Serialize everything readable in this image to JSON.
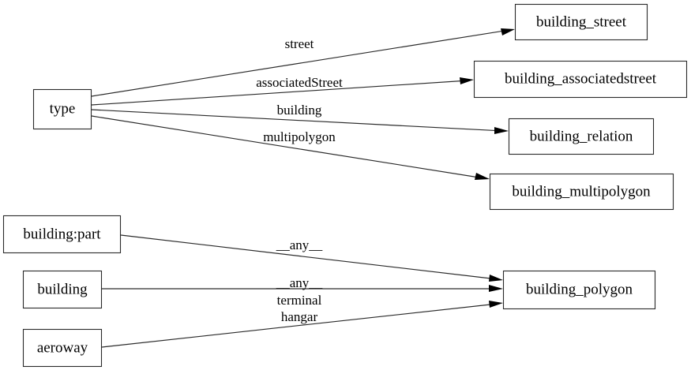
{
  "diagram": {
    "type": "directed-graph",
    "background_color": "#ffffff",
    "node_fill": "#ffffff",
    "node_stroke": "#2a2a2a",
    "edge_color": "#2a2a2a",
    "text_color": "#000000",
    "source_nodes": [
      {
        "id": "type",
        "label": "type"
      },
      {
        "id": "building_part",
        "label": "building:part"
      },
      {
        "id": "building",
        "label": "building"
      },
      {
        "id": "aeroway",
        "label": "aeroway"
      }
    ],
    "target_nodes": [
      {
        "id": "building_street",
        "label": "building_street"
      },
      {
        "id": "building_associatedstreet",
        "label": "building_associatedstreet"
      },
      {
        "id": "building_relation",
        "label": "building_relation"
      },
      {
        "id": "building_multipolygon",
        "label": "building_multipolygon"
      },
      {
        "id": "building_polygon",
        "label": "building_polygon"
      }
    ],
    "edges": [
      {
        "from": "type",
        "to": "building_street",
        "label": "street"
      },
      {
        "from": "type",
        "to": "building_associatedstreet",
        "label": "associatedStreet"
      },
      {
        "from": "type",
        "to": "building_relation",
        "label": "building"
      },
      {
        "from": "type",
        "to": "building_multipolygon",
        "label": "multipolygon"
      },
      {
        "from": "building_part",
        "to": "building_polygon",
        "label": "__any__"
      },
      {
        "from": "building",
        "to": "building_polygon",
        "label": "__any__"
      },
      {
        "from": "aeroway",
        "to": "building_polygon",
        "label": "terminal\nhangar"
      }
    ],
    "edge_labels": [
      {
        "id": "lbl-street",
        "text": "street"
      },
      {
        "id": "lbl-associatedstreet",
        "text": "associatedStreet"
      },
      {
        "id": "lbl-building",
        "text": "building"
      },
      {
        "id": "lbl-multipolygon",
        "text": "multipolygon"
      },
      {
        "id": "lbl-any-part",
        "text": "__any__"
      },
      {
        "id": "lbl-any-building",
        "text": "__any__"
      },
      {
        "id": "lbl-terminal",
        "text": "terminal"
      },
      {
        "id": "lbl-hangar",
        "text": "hangar"
      }
    ]
  }
}
